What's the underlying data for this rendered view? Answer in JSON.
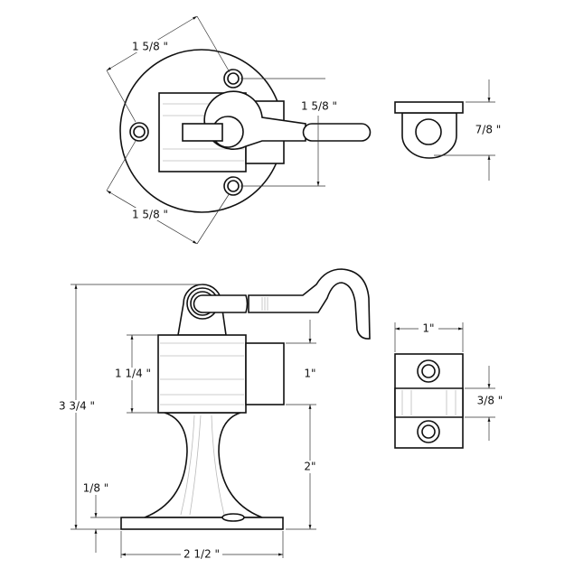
{
  "drawing": {
    "top_view": {
      "dim_top": "1 5/8 \"",
      "dim_right": "1 5/8 \"",
      "dim_bottom": "1 5/8 \""
    },
    "side_top_view": {
      "dim_height": "7/8 \""
    },
    "front_view": {
      "dim_total_height": "3 3/4 \"",
      "dim_body_height": "1 1/4 \"",
      "dim_block_height": "1\"",
      "dim_stem_height": "2\"",
      "dim_base_thickness": "1/8 \"",
      "dim_base_width": "2 1/2 \""
    },
    "side_front_view": {
      "dim_width": "1\"",
      "dim_band": "3/8 \""
    }
  }
}
